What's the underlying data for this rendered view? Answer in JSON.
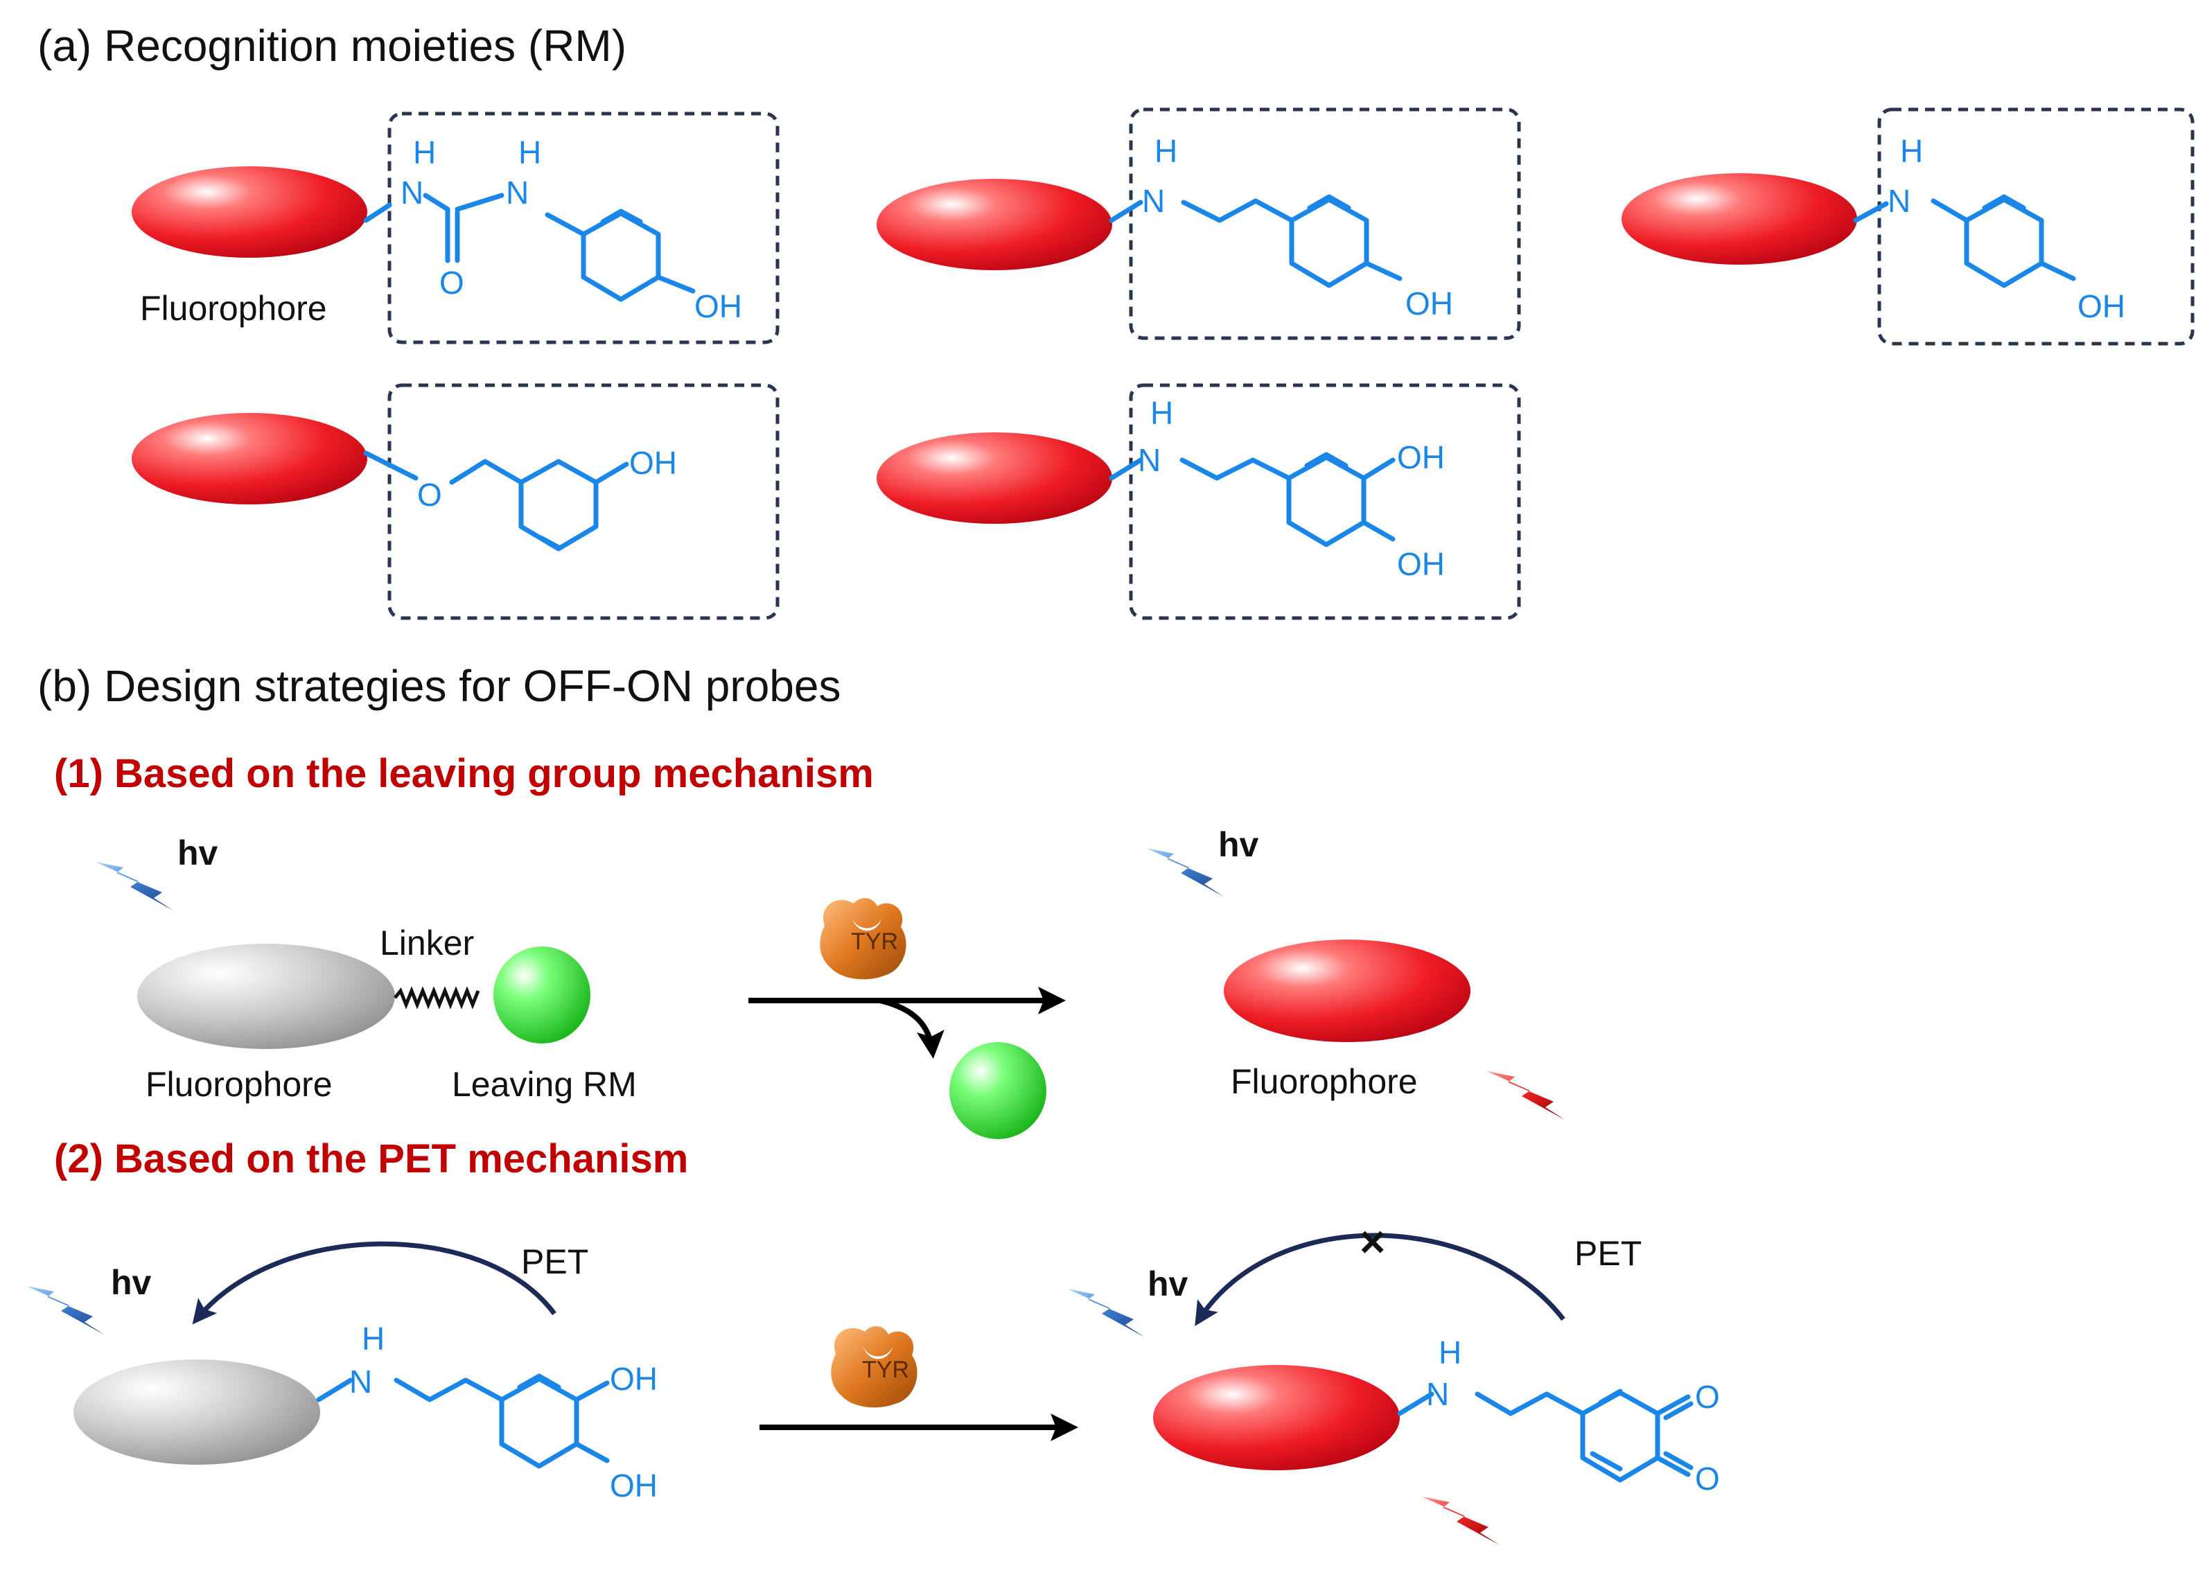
{
  "section_a": {
    "title": "(a) Recognition moieties (RM)"
  },
  "section_b": {
    "title": "(b) Design strategies for OFF-ON probes"
  },
  "mechanism_1": {
    "title": "(1) Based on the leaving group mechanism",
    "light": "hv",
    "linker": "Linker",
    "fluorophore_left": "Fluorophore",
    "leaving_rm": "Leaving RM",
    "enzyme": "TYR",
    "fluorophore_right": "Fluorophore"
  },
  "mechanism_2": {
    "title": "(2) Based on the PET mechanism",
    "light": "hv",
    "pet": "PET",
    "enzyme": "TYR",
    "blocked": "×"
  },
  "fluorophore_label": "Fluorophore",
  "atoms": {
    "h": "H",
    "n": "N",
    "o": "O",
    "oh": "OH"
  },
  "colors": {
    "fluorophore_on": "#e8131b",
    "fluorophore_off": "#b5b5b5",
    "recognition": "#1a86e8",
    "leaving_group": "#22dd22",
    "enzyme": "#e07820",
    "heading_red": "#c00000",
    "excitation_bolt": "#3a78c8",
    "emission_bolt": "#e82020"
  },
  "icons": [
    "lightning-bolt-icon",
    "enzyme-icon",
    "ellipse-fluorophore",
    "sphere-leaving-group"
  ]
}
